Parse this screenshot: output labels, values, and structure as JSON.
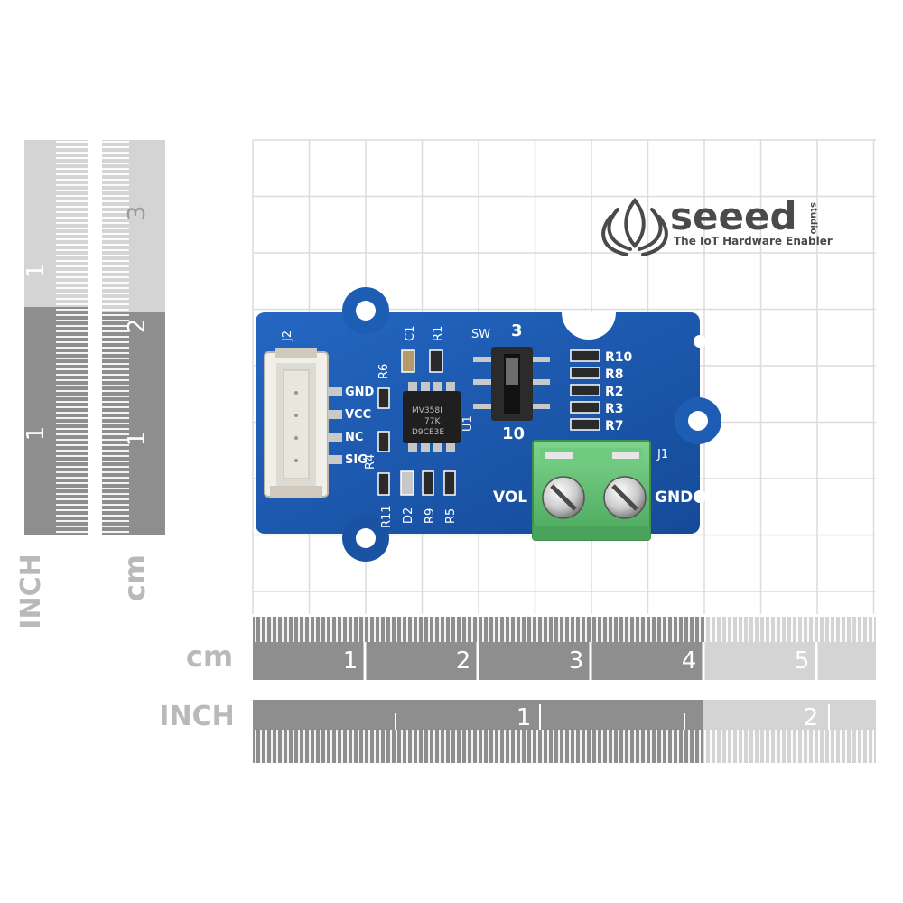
{
  "logo": {
    "brand": "seeed",
    "studio": "studio",
    "tagline": "The IoT Hardware Enabler"
  },
  "board": {
    "connector_label": "J2",
    "pins": [
      "GND",
      "VCC",
      "NC",
      "SIG"
    ],
    "capacitor": "C1",
    "resistor_r1": "R1",
    "resistor_r6": "R6",
    "chip_label": "U1",
    "chip_text": [
      "MV358I",
      "77K",
      "D9CE3E"
    ],
    "switch_label": "SW",
    "switch_top": "3",
    "switch_bottom": "10",
    "right_resistors": [
      "R10",
      "R8",
      "R2",
      "R3",
      "R7"
    ],
    "bottom_labels": [
      "R11",
      "D2",
      "R9",
      "R5"
    ],
    "terminal_label": "J1",
    "vol_label": "VOL",
    "gnd_label": "GND",
    "r4_label": "R4"
  },
  "rulers": {
    "left_inch_numbers": [
      "1",
      "1"
    ],
    "left_cm_numbers": [
      "3",
      "2",
      "1"
    ],
    "left_inch_unit": "INCH",
    "left_cm_unit": "cm",
    "bottom_cm_unit": "cm",
    "bottom_cm_numbers": [
      "1",
      "2",
      "3",
      "4",
      "5"
    ],
    "bottom_inch_unit": "INCH",
    "bottom_inch_numbers": [
      "1",
      "2"
    ]
  },
  "colors": {
    "pcb": "#1e5db4",
    "terminal": "#5cbf6e",
    "ruler_dark": "#8e8e8e",
    "ruler_light": "#d4d4d4"
  }
}
